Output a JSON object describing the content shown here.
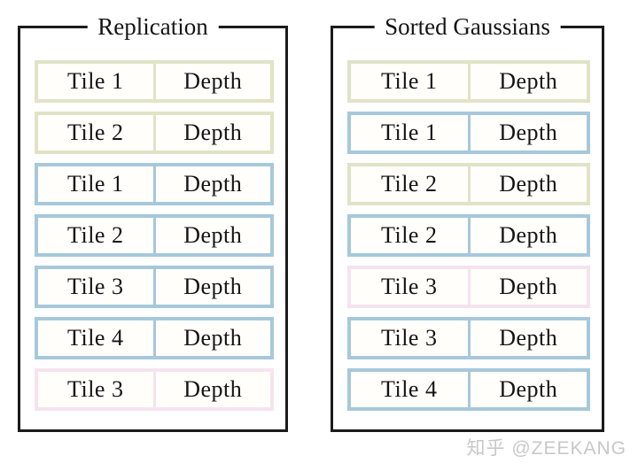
{
  "figure": {
    "panels": [
      {
        "title": "Replication",
        "rows": [
          {
            "tile": "Tile 1",
            "depth": "Depth",
            "color": "green"
          },
          {
            "tile": "Tile 2",
            "depth": "Depth",
            "color": "green"
          },
          {
            "tile": "Tile 1",
            "depth": "Depth",
            "color": "blue"
          },
          {
            "tile": "Tile 2",
            "depth": "Depth",
            "color": "blue"
          },
          {
            "tile": "Tile 3",
            "depth": "Depth",
            "color": "blue"
          },
          {
            "tile": "Tile 4",
            "depth": "Depth",
            "color": "blue"
          },
          {
            "tile": "Tile 3",
            "depth": "Depth",
            "color": "pink"
          }
        ]
      },
      {
        "title": "Sorted Gaussians",
        "rows": [
          {
            "tile": "Tile 1",
            "depth": "Depth",
            "color": "green"
          },
          {
            "tile": "Tile 1",
            "depth": "Depth",
            "color": "blue"
          },
          {
            "tile": "Tile 2",
            "depth": "Depth",
            "color": "green"
          },
          {
            "tile": "Tile 2",
            "depth": "Depth",
            "color": "blue"
          },
          {
            "tile": "Tile 3",
            "depth": "Depth",
            "color": "pink"
          },
          {
            "tile": "Tile 3",
            "depth": "Depth",
            "color": "blue"
          },
          {
            "tile": "Tile 4",
            "depth": "Depth",
            "color": "blue"
          }
        ]
      }
    ],
    "colors": {
      "green": "#e0e4c6",
      "blue": "#a6c8da",
      "pink": "#f6e3ee",
      "panel_border": "#1b1b1b",
      "cell_background": "#fffefb",
      "text": "#141414",
      "watermark": "#c8c8c8"
    }
  },
  "watermark": {
    "text": "知乎 @ZEEKANG"
  }
}
